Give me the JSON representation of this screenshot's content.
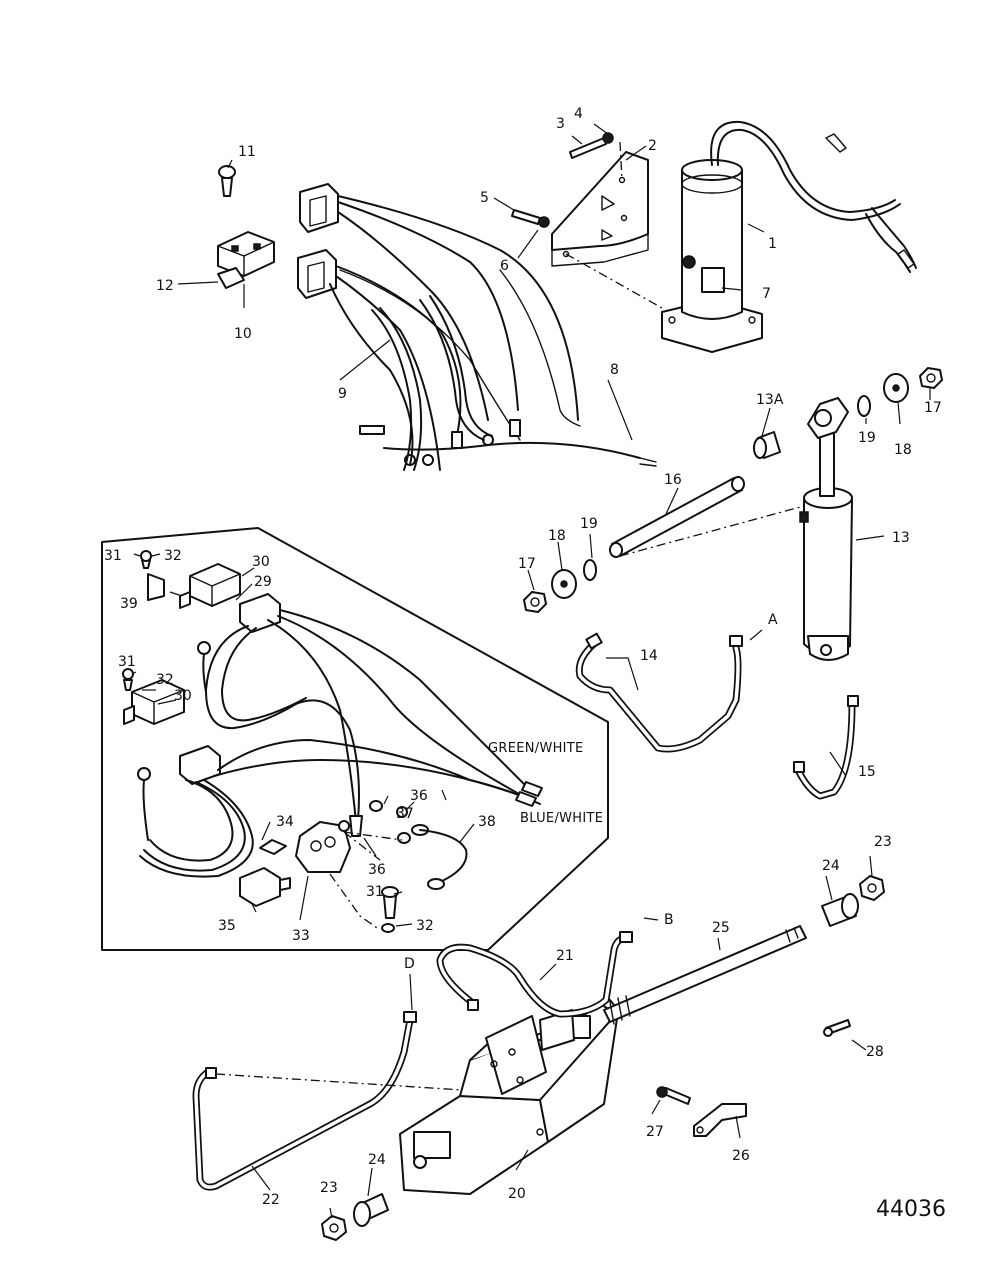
{
  "figure_number": "44036",
  "wire_labels": {
    "green_white": "GREEN/WHITE",
    "blue_white": "BLUE/WHITE"
  },
  "callouts": [
    {
      "id": "c1",
      "text": "1"
    },
    {
      "id": "c2",
      "text": "2"
    },
    {
      "id": "c3",
      "text": "3"
    },
    {
      "id": "c4",
      "text": "4"
    },
    {
      "id": "c5",
      "text": "5"
    },
    {
      "id": "c6",
      "text": "6"
    },
    {
      "id": "c7",
      "text": "7"
    },
    {
      "id": "c8",
      "text": "8"
    },
    {
      "id": "c9",
      "text": "9"
    },
    {
      "id": "c10",
      "text": "10"
    },
    {
      "id": "c11",
      "text": "11"
    },
    {
      "id": "c12",
      "text": "12"
    },
    {
      "id": "c13",
      "text": "13"
    },
    {
      "id": "c13a",
      "text": "13A"
    },
    {
      "id": "c14",
      "text": "14"
    },
    {
      "id": "c15",
      "text": "15"
    },
    {
      "id": "c16",
      "text": "16"
    },
    {
      "id": "c17a",
      "text": "17"
    },
    {
      "id": "c17b",
      "text": "17"
    },
    {
      "id": "c18a",
      "text": "18"
    },
    {
      "id": "c18b",
      "text": "18"
    },
    {
      "id": "c19a",
      "text": "19"
    },
    {
      "id": "c19b",
      "text": "19"
    },
    {
      "id": "c20",
      "text": "20"
    },
    {
      "id": "c21",
      "text": "21"
    },
    {
      "id": "c22",
      "text": "22"
    },
    {
      "id": "c23a",
      "text": "23"
    },
    {
      "id": "c23b",
      "text": "23"
    },
    {
      "id": "c24a",
      "text": "24"
    },
    {
      "id": "c24b",
      "text": "24"
    },
    {
      "id": "c25",
      "text": "25"
    },
    {
      "id": "c26",
      "text": "26"
    },
    {
      "id": "c27",
      "text": "27"
    },
    {
      "id": "c28",
      "text": "28"
    },
    {
      "id": "c29",
      "text": "29"
    },
    {
      "id": "c30a",
      "text": "30"
    },
    {
      "id": "c30b",
      "text": "30"
    },
    {
      "id": "c31a",
      "text": "31"
    },
    {
      "id": "c31b",
      "text": "31"
    },
    {
      "id": "c31c",
      "text": "31"
    },
    {
      "id": "c32a",
      "text": "32"
    },
    {
      "id": "c32b",
      "text": "32"
    },
    {
      "id": "c32c",
      "text": "32"
    },
    {
      "id": "c33",
      "text": "33"
    },
    {
      "id": "c34",
      "text": "34"
    },
    {
      "id": "c35",
      "text": "35"
    },
    {
      "id": "c36a",
      "text": "36"
    },
    {
      "id": "c36b",
      "text": "36"
    },
    {
      "id": "c37",
      "text": "37"
    },
    {
      "id": "c38",
      "text": "38"
    },
    {
      "id": "c39",
      "text": "39"
    },
    {
      "id": "cA",
      "text": "A"
    },
    {
      "id": "cB",
      "text": "B"
    },
    {
      "id": "cD",
      "text": "D"
    }
  ]
}
